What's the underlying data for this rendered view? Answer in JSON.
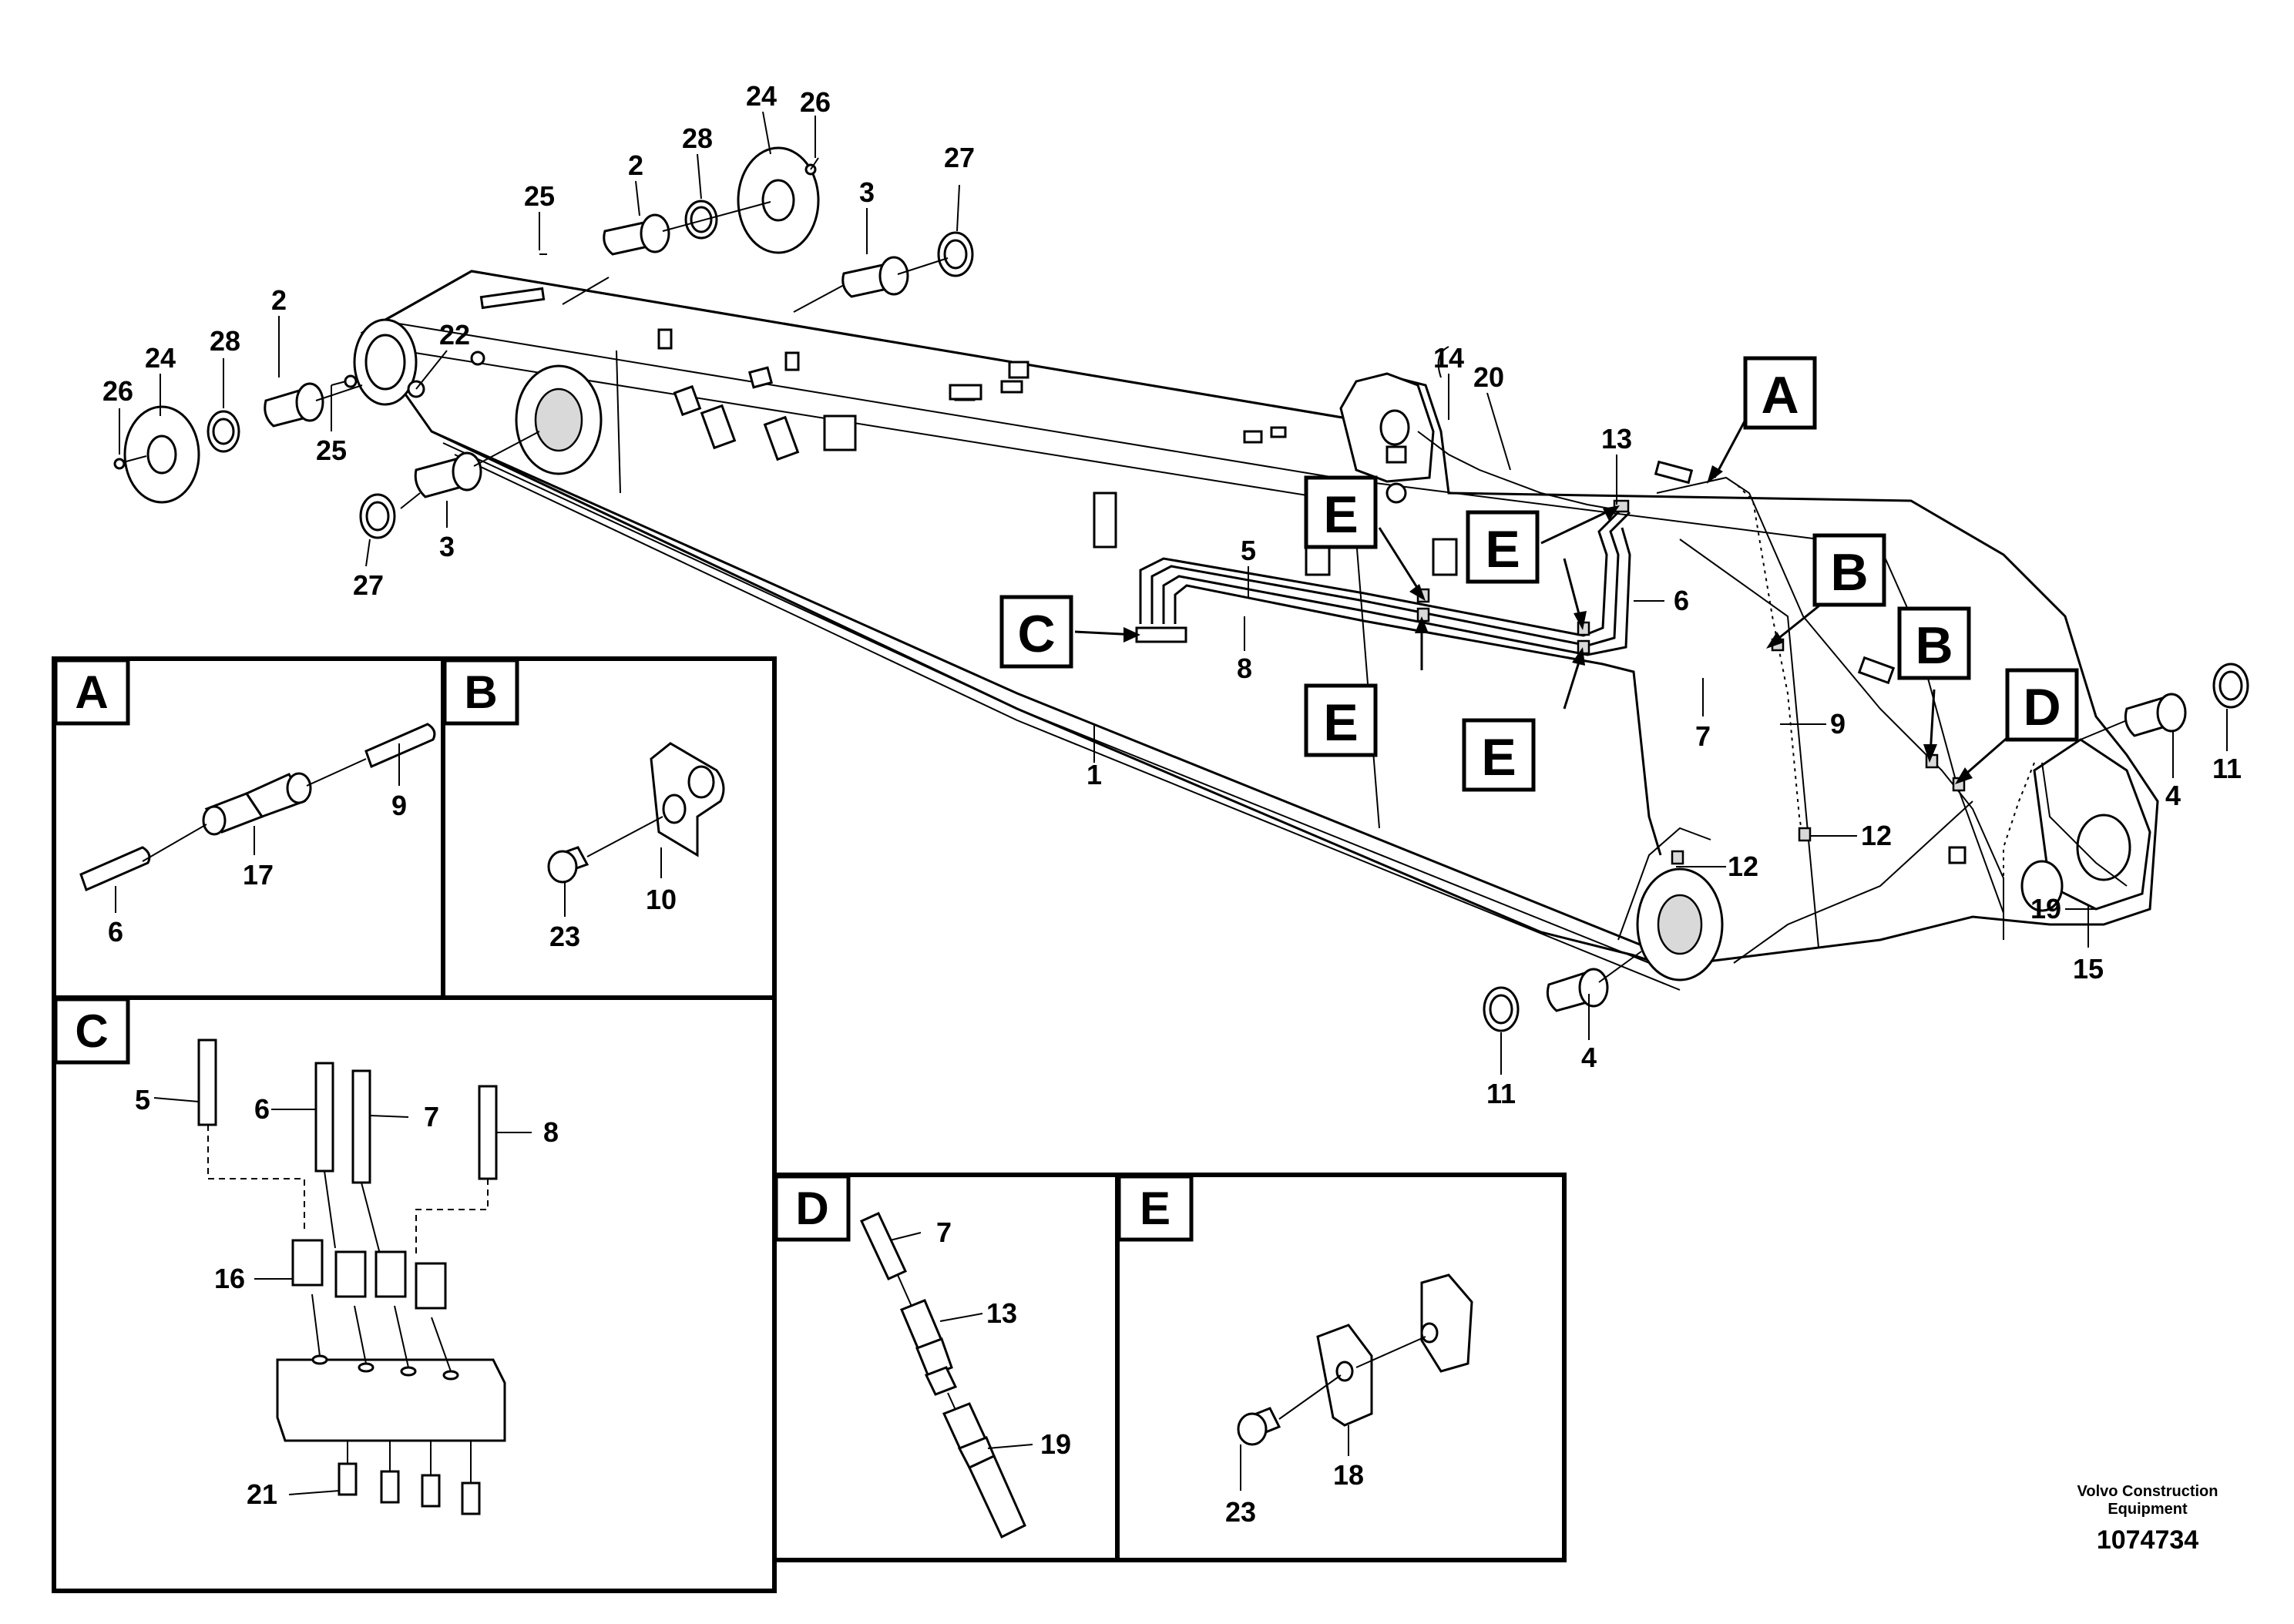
{
  "callouts_main": [
    {
      "id": "c-24a",
      "text": "24"
    },
    {
      "id": "c-26a",
      "text": "26"
    },
    {
      "id": "c-28a",
      "text": "28"
    },
    {
      "id": "c-2a",
      "text": "2"
    },
    {
      "id": "c-27a",
      "text": "27"
    },
    {
      "id": "c-3a",
      "text": "3"
    },
    {
      "id": "c-25a",
      "text": "25"
    },
    {
      "id": "c-26b",
      "text": "26"
    },
    {
      "id": "c-24b",
      "text": "24"
    },
    {
      "id": "c-28b",
      "text": "28"
    },
    {
      "id": "c-2b",
      "text": "2"
    },
    {
      "id": "c-22",
      "text": "22"
    },
    {
      "id": "c-25b",
      "text": "25"
    },
    {
      "id": "c-27b",
      "text": "27"
    },
    {
      "id": "c-3b",
      "text": "3"
    },
    {
      "id": "c-14",
      "text": "14"
    },
    {
      "id": "c-20",
      "text": "20"
    },
    {
      "id": "c-13",
      "text": "13"
    },
    {
      "id": "c-5",
      "text": "5"
    },
    {
      "id": "c-6",
      "text": "6"
    },
    {
      "id": "c-8",
      "text": "8"
    },
    {
      "id": "c-7",
      "text": "7"
    },
    {
      "id": "c-9",
      "text": "9"
    },
    {
      "id": "c-1",
      "text": "1"
    },
    {
      "id": "c-12a",
      "text": "12"
    },
    {
      "id": "c-12b",
      "text": "12"
    },
    {
      "id": "c-19",
      "text": "19"
    },
    {
      "id": "c-15",
      "text": "15"
    },
    {
      "id": "c-4a",
      "text": "4"
    },
    {
      "id": "c-11a",
      "text": "11"
    },
    {
      "id": "c-4b",
      "text": "4"
    },
    {
      "id": "c-11b",
      "text": "11"
    }
  ],
  "tags_main": {
    "a": "A",
    "b1": "B",
    "b2": "B",
    "c": "C",
    "d": "D",
    "e1": "E",
    "e2": "E",
    "e3": "E",
    "e4": "E"
  },
  "panels": {
    "a": {
      "label": "A",
      "n17": "17",
      "n9": "9",
      "n6": "6"
    },
    "b": {
      "label": "B",
      "n23": "23",
      "n10": "10"
    },
    "c": {
      "label": "C",
      "n5": "5",
      "n6": "6",
      "n7": "7",
      "n8": "8",
      "n16": "16",
      "n21": "21"
    },
    "d": {
      "label": "D",
      "n7": "7",
      "n13": "13",
      "n19": "19"
    },
    "e": {
      "label": "E",
      "n23": "23",
      "n18": "18"
    }
  },
  "footer": {
    "brand_line1": "Volvo Construction",
    "brand_line2": "Equipment",
    "drawing_number": "1074734"
  }
}
